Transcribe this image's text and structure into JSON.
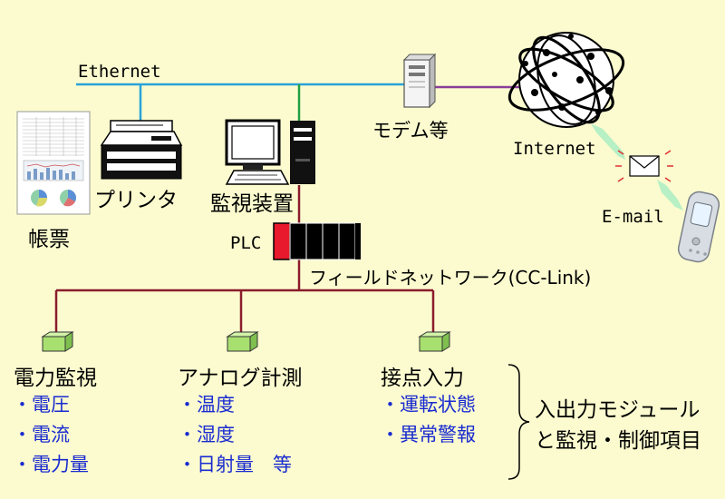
{
  "network": {
    "ethernet_label": "Ethernet",
    "internet_label": "Internet",
    "modem_label": "モデム等",
    "email_label": "E-mail"
  },
  "devices": {
    "printer_label": "プリンタ",
    "monitor_label": "監視装置",
    "report_label": "帳票",
    "plc_label": "PLC"
  },
  "fieldnet": {
    "label": "フィールドネットワーク(CC-Link)"
  },
  "modules": [
    {
      "title": "電力監視",
      "items": [
        "・電圧",
        "・電流",
        "・電力量"
      ]
    },
    {
      "title": "アナログ計測",
      "items": [
        "・温度",
        "・湿度",
        "・日射量　等"
      ]
    },
    {
      "title": "接点入力",
      "items": [
        "・運転状態",
        "・異常警報"
      ]
    }
  ],
  "summary": {
    "line1": "入出力モジュール",
    "line2": "と監視・制御項目"
  },
  "colors": {
    "background": "#fbfbcf",
    "ethernet": "#29a3d9",
    "monitor_branch": "#22a045",
    "internet_link": "#8a3c9a",
    "fieldnet": "#8b1c2c",
    "item_text": "#1a2bd0",
    "module_box": "#a8e070"
  }
}
